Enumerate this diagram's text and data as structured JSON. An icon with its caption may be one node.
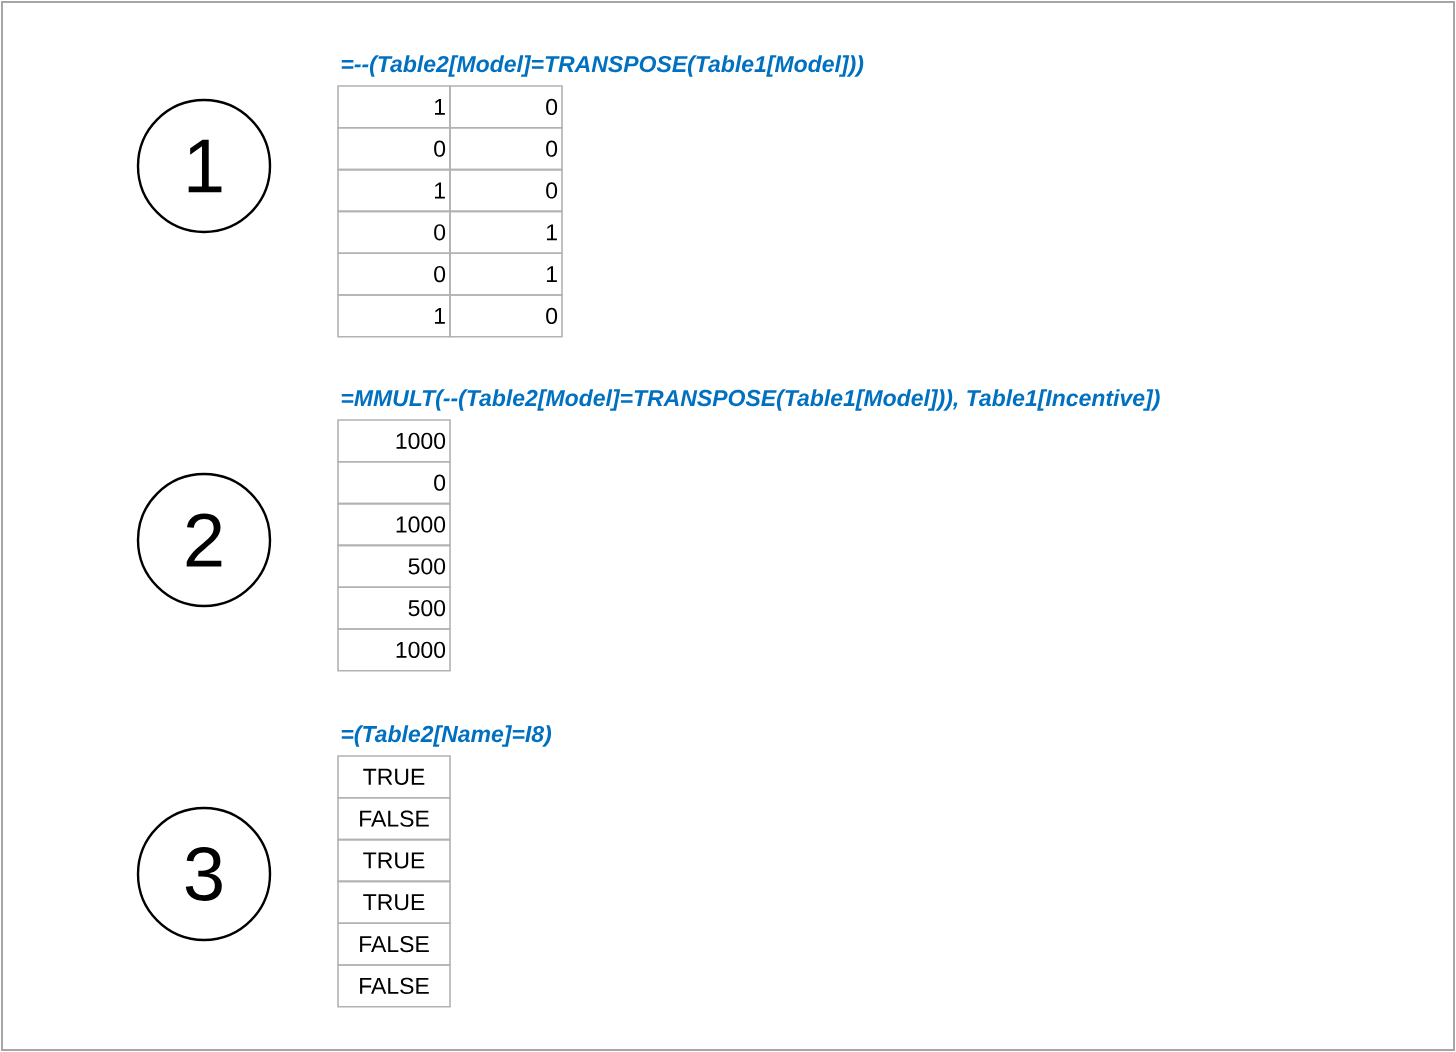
{
  "diagram": {
    "nodes": [
      {
        "text": [
          "1"
        ]
      },
      {
        "text": [
          "2"
        ]
      },
      {
        "text": [
          "3"
        ]
      }
    ],
    "labels": [
      "=--(Table2[Model]=TRANSPOSE(Table1[Model]))",
      "1",
      "0",
      "0",
      "0",
      "1",
      "0",
      "0",
      "1",
      "0",
      "1",
      "1",
      "0",
      "=MMULT(--(Table2[Model]=TRANSPOSE(Table1[Model])), Table1[Incentive])",
      "1000",
      "0",
      "1000",
      "500",
      "500",
      "1000",
      "=(Table2[Name]=I8)",
      "TRUE",
      "FALSE",
      "TRUE",
      "TRUE",
      "FALSE",
      "FALSE"
    ]
  }
}
